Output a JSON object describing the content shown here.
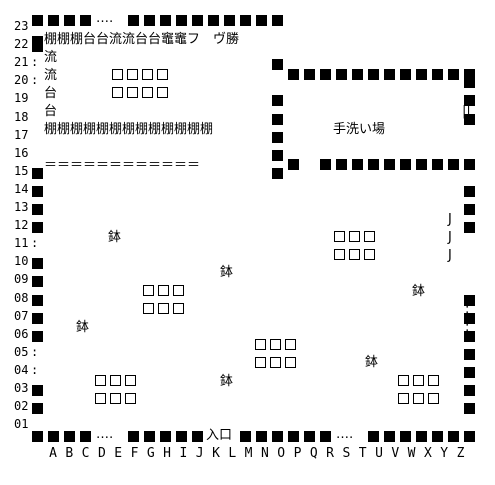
{
  "grid": {
    "rows": [
      "23",
      "22",
      "21",
      "20",
      "19",
      "18",
      "17",
      "16",
      "15",
      "14",
      "13",
      "12",
      "11",
      "10",
      "09",
      "08",
      "07",
      "06",
      "05",
      "04",
      "03",
      "02",
      "01"
    ],
    "row_suffix": {
      "22": "",
      "21": ":",
      "20": ":",
      "11": ":",
      "05": ":",
      "04": ":"
    },
    "columns": [
      "A",
      "B",
      "C",
      "D",
      "E",
      "F",
      "G",
      "H",
      "I",
      "J",
      "K",
      "L",
      "M",
      "N",
      "O",
      "P",
      "Q",
      "R",
      "S",
      "T",
      "U",
      "V",
      "W",
      "X",
      "Y",
      "Z"
    ]
  },
  "labels": {
    "row22_text": "棚棚棚台台流流台台竈竈フ　ヴ勝",
    "row21": "流",
    "row20": "流",
    "row19": "台",
    "row18": "台",
    "row17": "棚棚棚棚棚棚棚棚棚棚棚棚棚",
    "row15_line": "＝＝＝＝＝＝＝＝＝＝＝＝",
    "washroom": "手洗い場",
    "entrance": "入口",
    "bowl": "鉢",
    "j_mark": "J",
    "double_bar": "||",
    "dots_top": "‥‥",
    "dots_bottom_left": "‥‥",
    "dots_bottom_right": "‥‥",
    "colon": ":"
  }
}
